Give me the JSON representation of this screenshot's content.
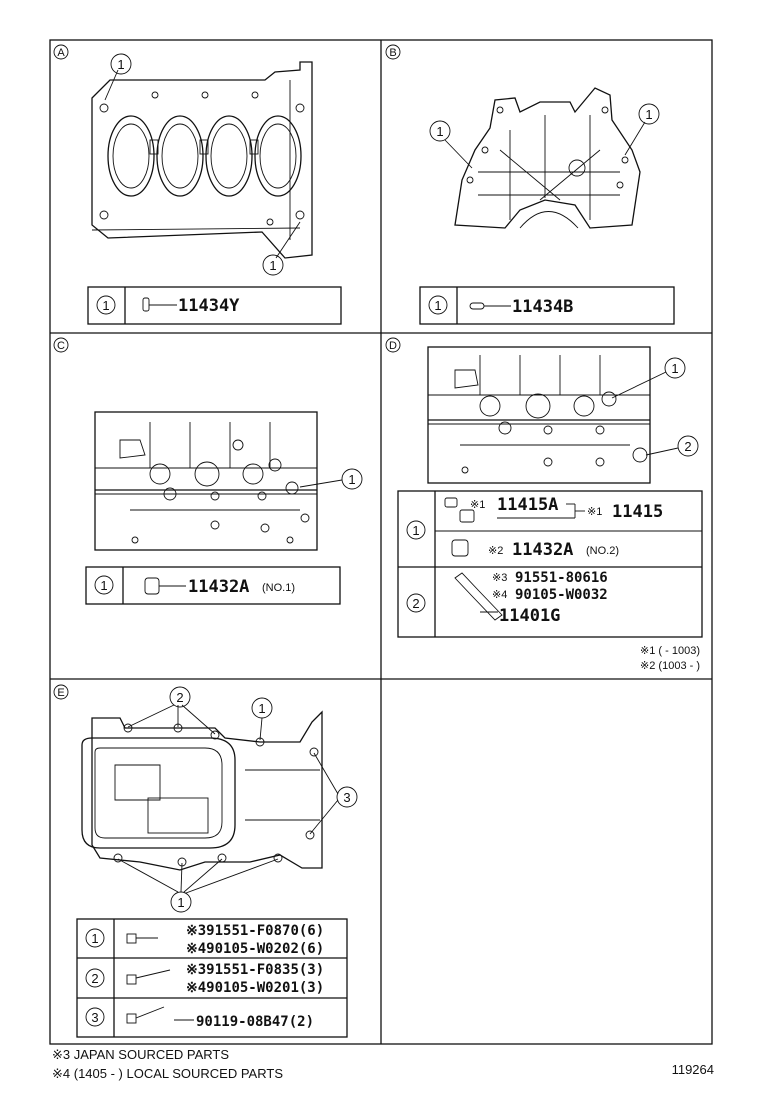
{
  "panels": {
    "a": {
      "letter": "A",
      "callout": "1",
      "row1_index": "1",
      "row1_part": "11434Y"
    },
    "b": {
      "letter": "B",
      "callout": "1",
      "row1_index": "1",
      "row1_part": "11434B"
    },
    "c": {
      "letter": "C",
      "callout": "1",
      "row1_index": "1",
      "row1_part": "11432A",
      "row1_note": "(NO.1)"
    },
    "d": {
      "letter": "D",
      "callout1": "1",
      "callout2": "2",
      "row1_index": "1",
      "row2_index": "2",
      "mark1": "※1",
      "part_11415A": "11415A",
      "part_11415": "11415",
      "mark2": "※2",
      "part_11432A": "11432A",
      "note_no2": "(NO.2)",
      "mark3": "※3",
      "part_91551_80616": "91551-80616",
      "mark4": "※4",
      "part_90105_W0032": "90105-W0032",
      "part_11401G": "11401G",
      "footnote1": "※1 (      - 1003)",
      "footnote2": "※2 (1003 -       )"
    },
    "e": {
      "letter": "E",
      "callout1": "1",
      "callout2": "2",
      "callout3": "3",
      "row1_index": "1",
      "row2_index": "2",
      "row3_index": "3",
      "r1a": "※391551-F0870(6)",
      "r1b": "※490105-W0202(6)",
      "r2a": "※391551-F0835(3)",
      "r2b": "※490105-W0201(3)",
      "r3": "90119-08B47(2)"
    }
  },
  "footer": {
    "note3": "※3 JAPAN SOURCED PARTS",
    "note4": "※4 (1405 -        ) LOCAL SOURCED PARTS",
    "id": "119264"
  }
}
